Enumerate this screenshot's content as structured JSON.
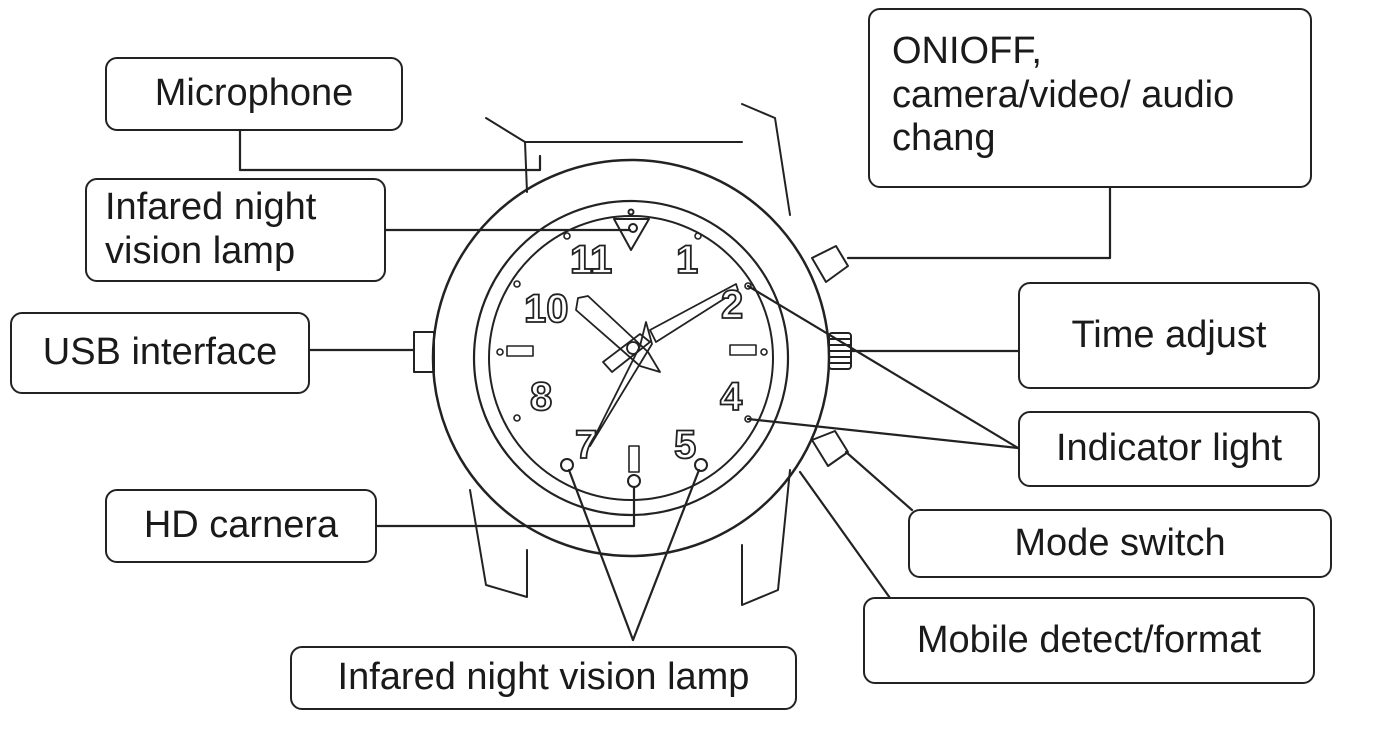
{
  "labels": {
    "microphone": "Microphone",
    "infrared_top": "Infared night\nvision lamp",
    "usb": "USB interface",
    "hd_camera": "HD carnera",
    "infrared_bottom": "Infared night vision lamp",
    "onoff": "ONIOFF,\ncamera/video/ audio\nchang",
    "time_adjust": "Time adjust",
    "indicator": "Indicator light",
    "mode_switch": "Mode switch",
    "mobile_detect": "Mobile detect/format"
  },
  "dial": {
    "n11": "11",
    "n1": "1",
    "n10": "10",
    "n2": "2",
    "n8": "8",
    "n4": "4",
    "n7": "7",
    "n5": "5"
  }
}
